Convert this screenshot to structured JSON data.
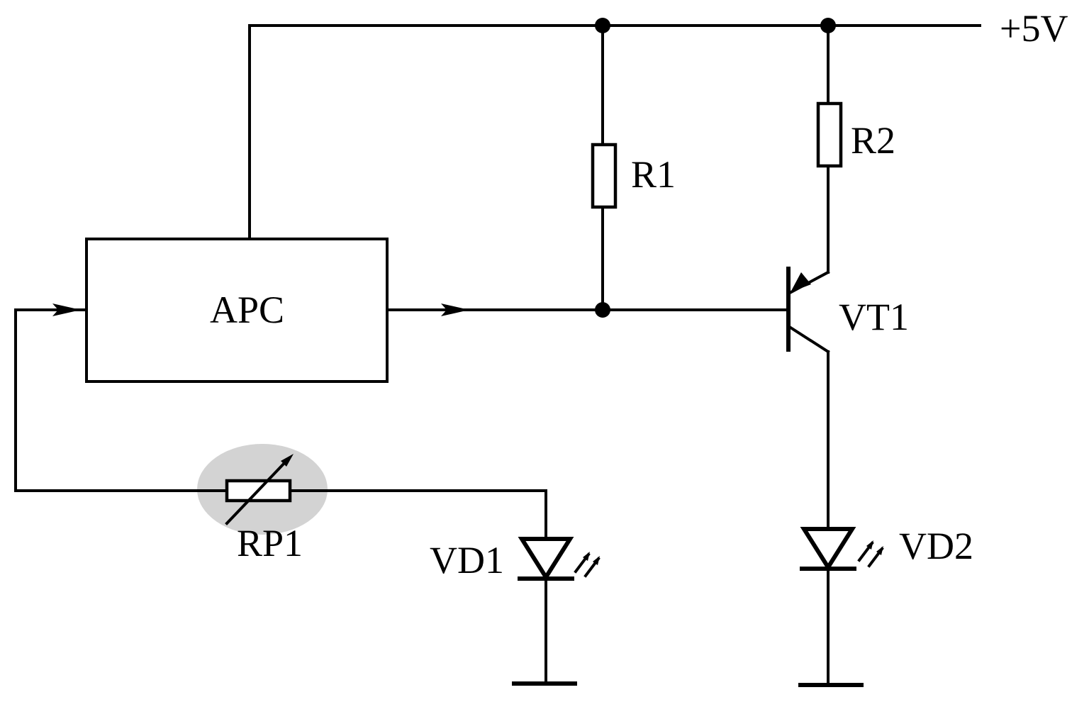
{
  "supply": {
    "label": "+5V"
  },
  "components": {
    "apc": "APC",
    "r1": "R1",
    "r2": "R2",
    "vt1": "VT1",
    "rp1": "RP1",
    "vd1": "VD1",
    "vd2": "VD2"
  },
  "colors": {
    "line": "#000000",
    "highlight": "#d3d3d3",
    "background": "#ffffff"
  }
}
